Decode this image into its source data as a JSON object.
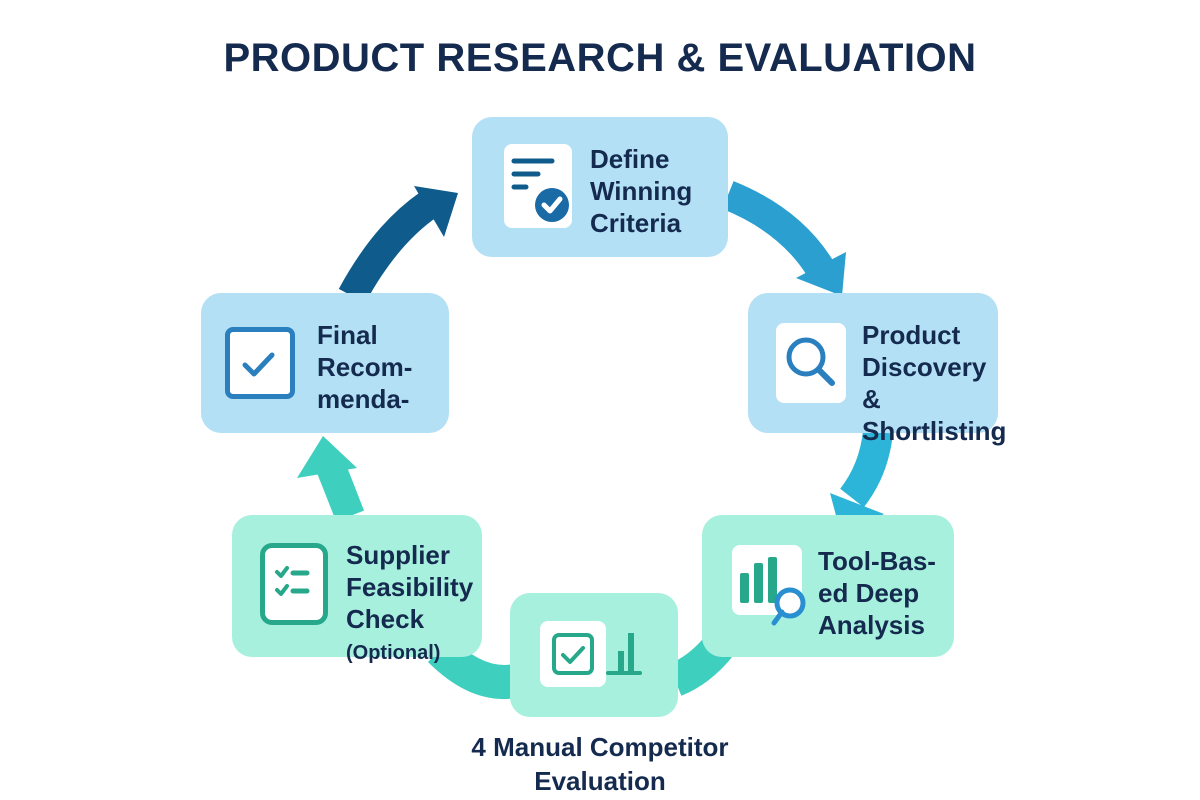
{
  "title": "PRODUCT RESEARCH & EVALUATION",
  "colors": {
    "title_text": "#142a4e",
    "node_blue": "#b3e0f5",
    "node_mint": "#a8f0de",
    "arrow_dark_blue": "#0f5c8c",
    "arrow_blue": "#2a9fd0",
    "arrow_cyan": "#2cb5d8",
    "arrow_teal": "#3ecfbf",
    "icon_blue": "#2a7fbf",
    "icon_teal": "#27a88a"
  },
  "steps": [
    {
      "id": "define-winning-criteria",
      "label": "Define\nWinning\nCriteria",
      "icon": "document-check-icon"
    },
    {
      "id": "product-discovery",
      "label": "Product\nDiscovery\n& Shortlisting",
      "icon": "magnifier-icon"
    },
    {
      "id": "tool-based-analysis",
      "label": "Tool-Bas-\ned Deep\nAnalysis",
      "icon": "bar-chart-search-icon"
    },
    {
      "id": "manual-competitor-evaluation",
      "label": "4  Manual Competitor\nEvaluation",
      "icon": "checkbox-chart-icon"
    },
    {
      "id": "supplier-feasibility",
      "label": "Supplier\nFeasibility\nCheck",
      "sublabel": "(Optional)",
      "icon": "checklist-icon"
    },
    {
      "id": "final-recommendation",
      "label": "Final\nRecom-\nmenda-",
      "icon": "checkbox-icon"
    }
  ]
}
